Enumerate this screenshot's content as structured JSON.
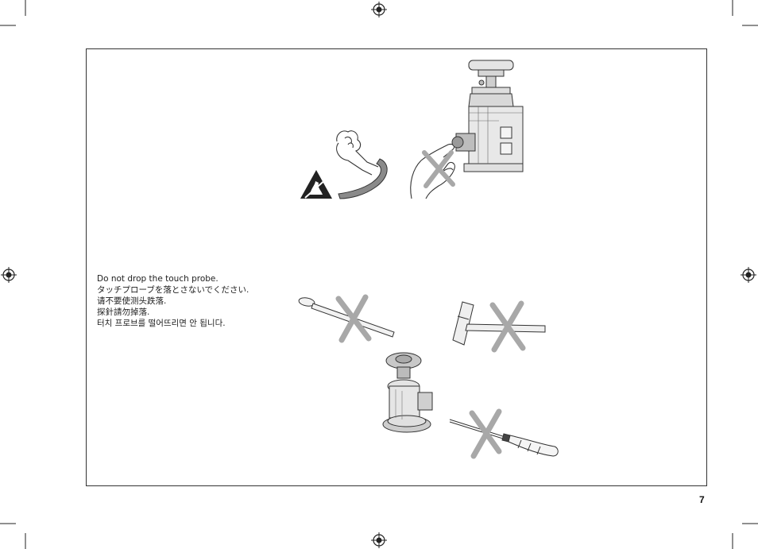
{
  "notes": {
    "lines": [
      "Do not drop the touch probe.",
      "タッチプローブを落とさないでください.",
      "请不要使测头跌落.",
      "探針請勿掉落.",
      "터치 프로브를 떨어뜨리면 안 됩니다."
    ]
  },
  "page": {
    "number": "7"
  },
  "icons": [
    "registration-mark-icon",
    "esd-warning-icon",
    "crossed-out-icon"
  ],
  "colors": {
    "cross": "#a8a8a8",
    "line": "#333333",
    "frame": "#333333"
  }
}
